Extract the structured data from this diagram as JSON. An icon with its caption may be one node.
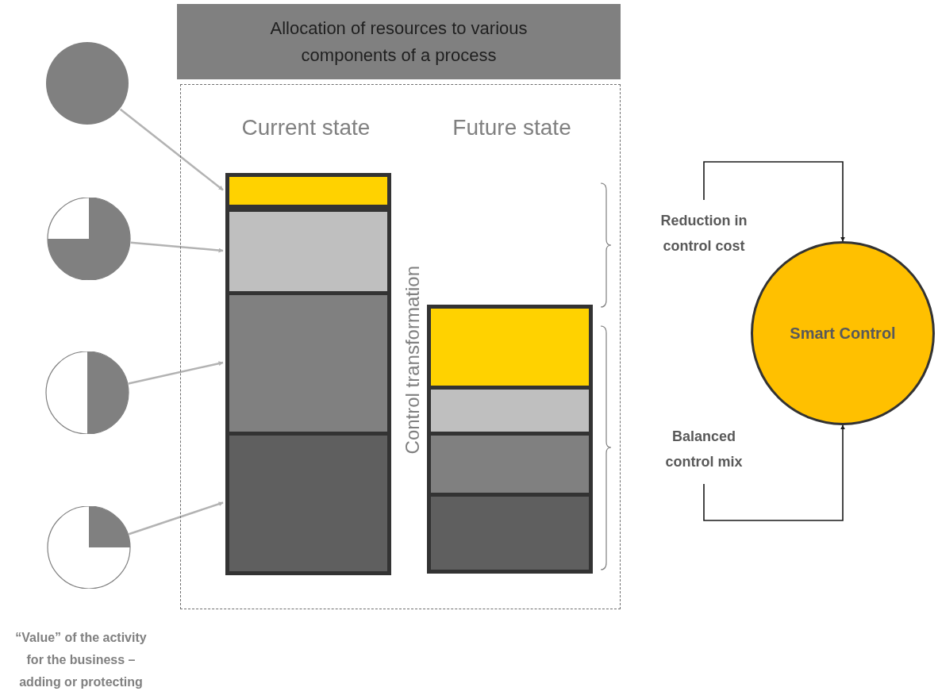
{
  "diagram": {
    "nodes": [
      {
        "text": [
          "Allocation of resources to various components of a process"
        ]
      },
      {
        "text": [],
        "shape": "box"
      },
      {
        "text": [],
        "shape": "bar",
        "in": 1
      },
      {
        "text": [],
        "shape": "bar",
        "in": 1
      },
      {
        "text": [],
        "shape": "bar",
        "in": 1
      },
      {
        "text": [],
        "shape": "bar",
        "in": 1
      },
      {
        "text": [],
        "shape": "bar",
        "in": 1
      },
      {
        "text": [],
        "shape": "bar",
        "in": 1
      },
      {
        "text": [],
        "shape": "bar",
        "in": 1
      },
      {
        "text": [],
        "shape": "bar",
        "in": 1
      },
      {
        "text": [],
        "shape": "circle"
      },
      {
        "text": [],
        "shape": "circle"
      },
      {
        "text": [],
        "shape": "circle"
      },
      {
        "text": [],
        "shape": "circle"
      },
      {
        "text": [
          "Reduction in control cost"
        ]
      },
      {
        "text": [
          "Balanced control mix"
        ]
      },
      {
        "text": [
          "Smart Control"
        ]
      }
    ],
    "edges": [
      {
        "from": 10,
        "to": 2,
        "arrow": "to"
      },
      {
        "from": 11,
        "to": 3,
        "arrow": "to"
      },
      {
        "from": 12,
        "to": 4,
        "arrow": "to"
      },
      {
        "from": 13,
        "to": 5,
        "arrow": "to"
      },
      {
        "from": 14,
        "to": 16,
        "arrow": "to",
        "color": "#1a1a1a"
      },
      {
        "from": 15,
        "to": 16,
        "arrow": "to",
        "color": "#1a1a1a"
      }
    ],
    "labels": [
      "Current state",
      "Future state",
      "Control transformation",
      "“Value” of the activity for the business – adding or protecting"
    ]
  }
}
